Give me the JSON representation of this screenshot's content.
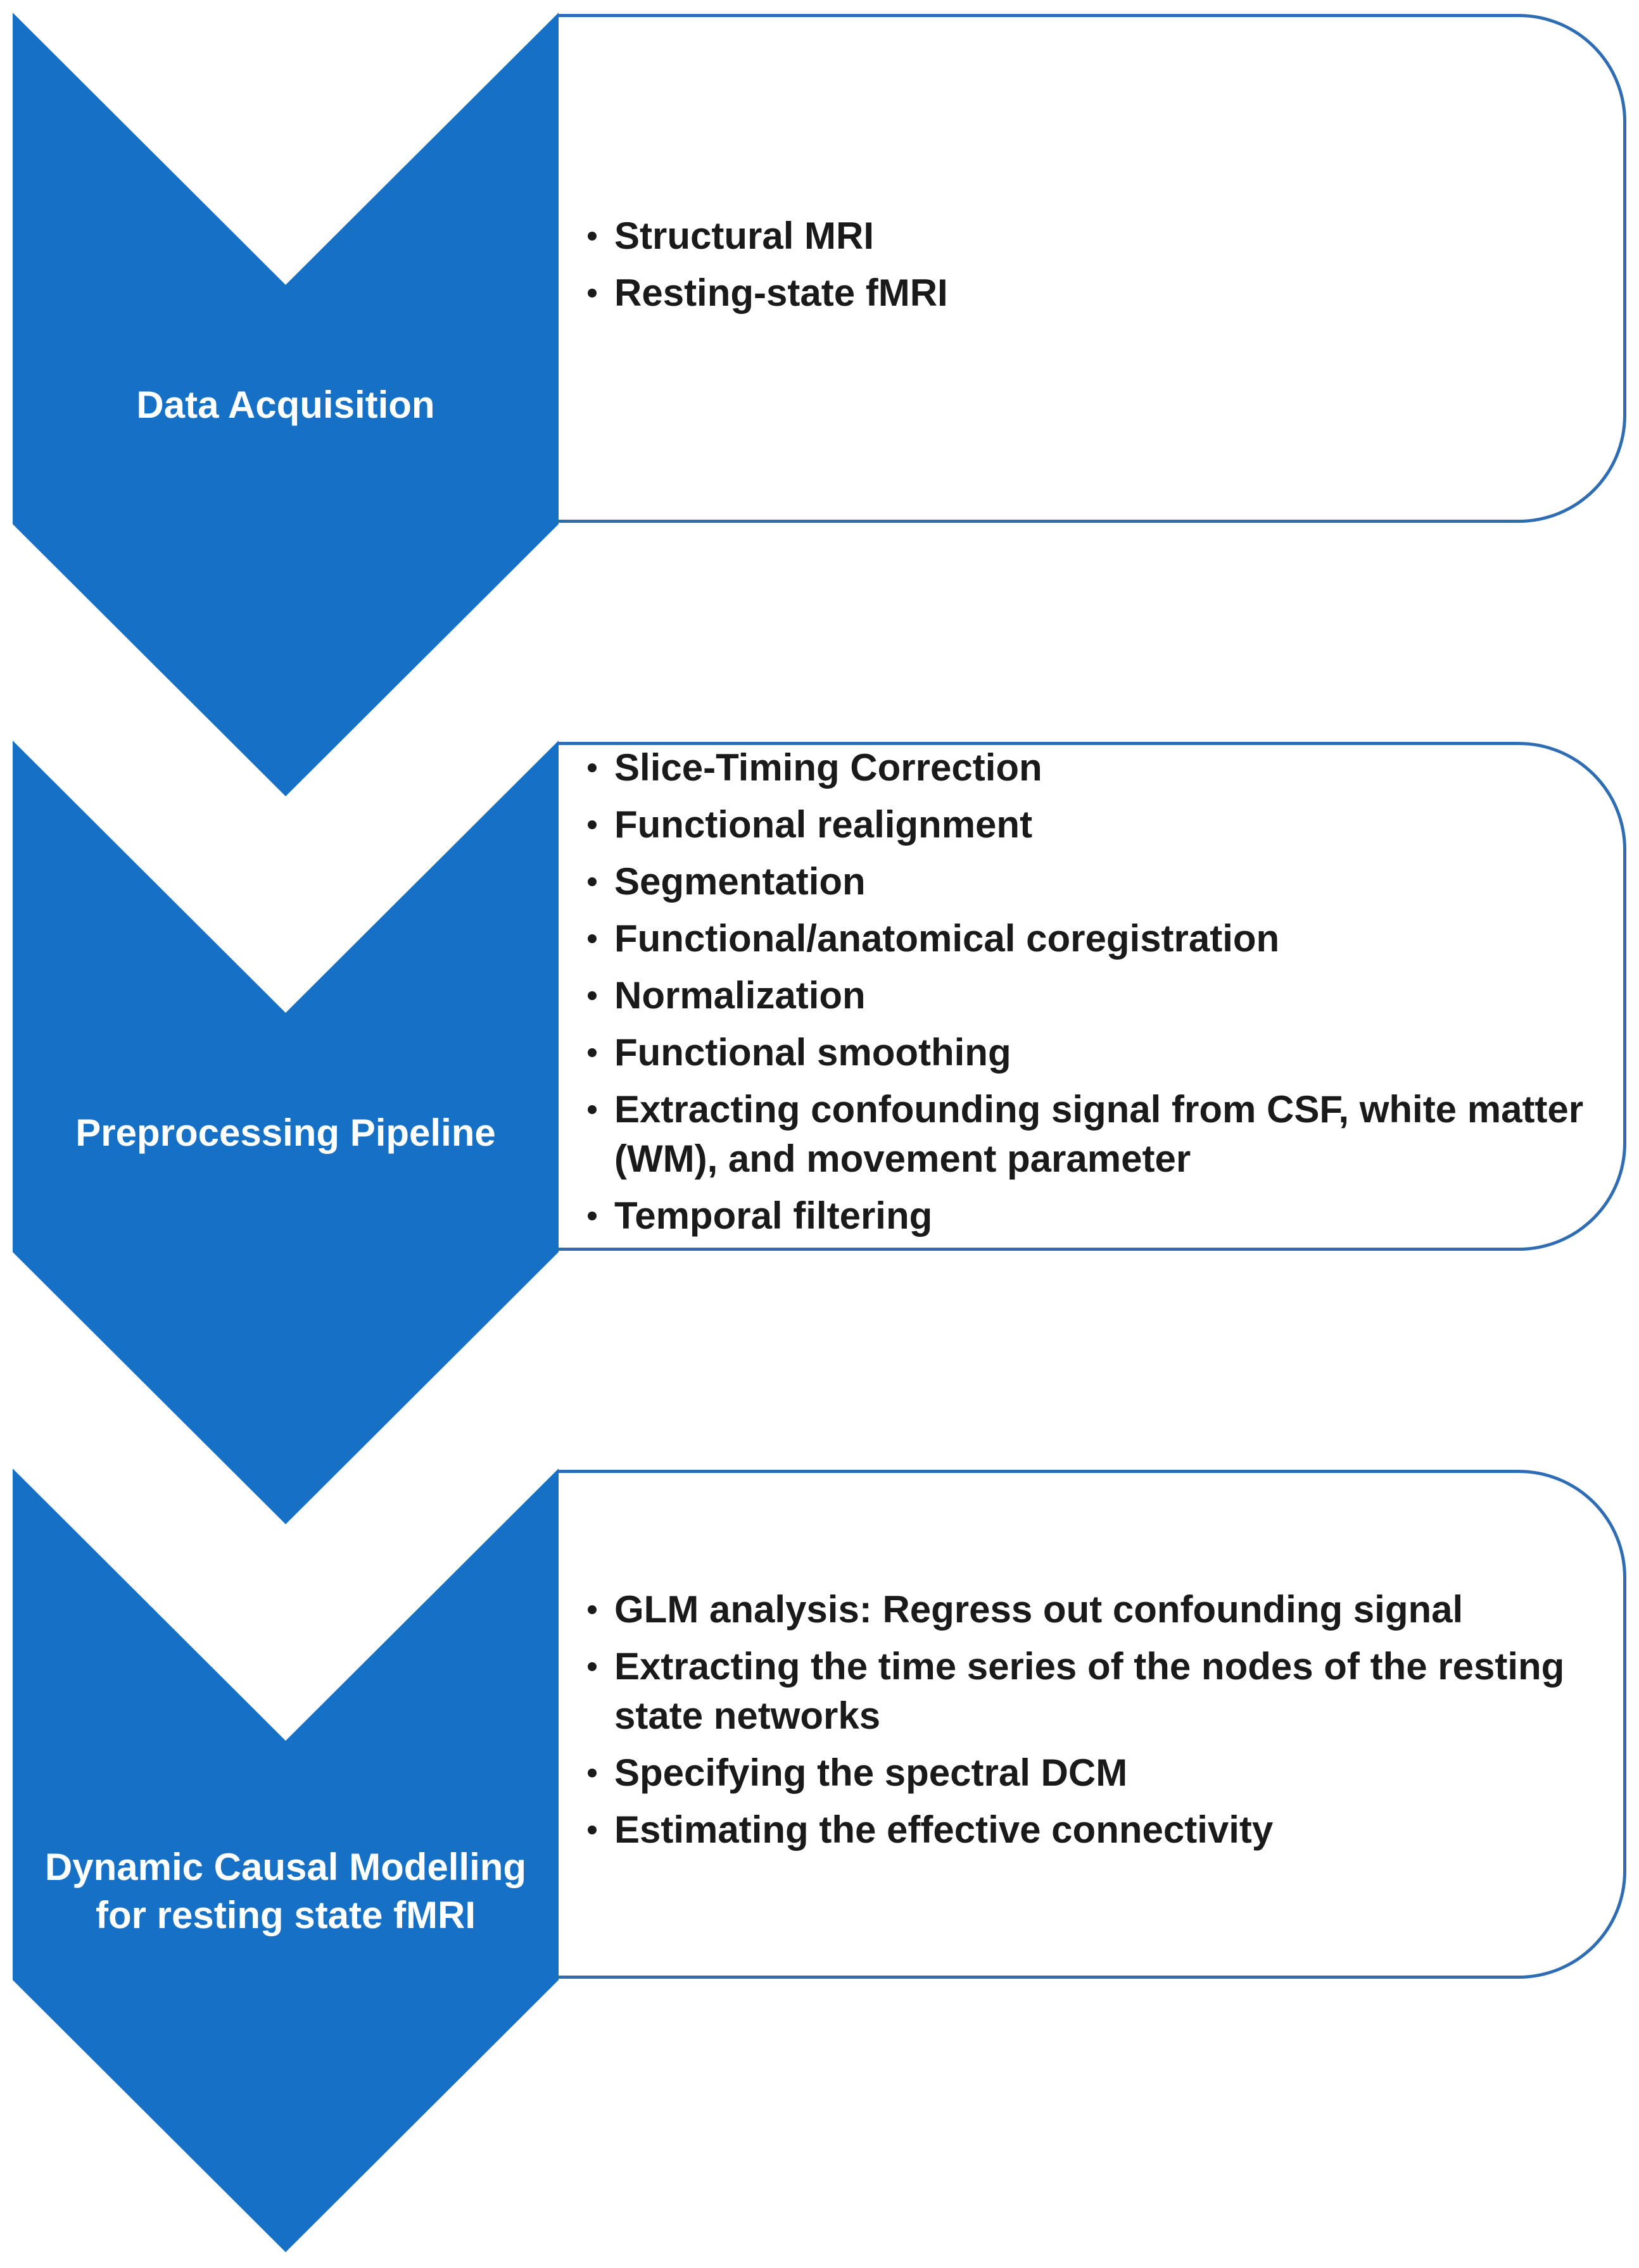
{
  "stages": [
    {
      "label": [
        "Data Acquisition"
      ],
      "items": [
        "Structural MRI",
        "Resting-state fMRI"
      ]
    },
    {
      "label": [
        "Preprocessing Pipeline"
      ],
      "items": [
        "Slice-Timing Correction",
        "Functional realignment",
        "Segmentation",
        "Functional/anatomical coregistration",
        "Normalization",
        "Functional smoothing",
        [
          "Extracting confounding signal from CSF, white matter",
          "(WM), and movement parameter"
        ],
        "Temporal filtering"
      ]
    },
    {
      "label": [
        "Dynamic Causal Modelling",
        "for resting state fMRI"
      ],
      "items": [
        "GLM analysis: Regress out confounding signal",
        [
          "Extracting the time series of the nodes of the resting",
          "state networks"
        ],
        "Specifying the spectral DCM",
        "Estimating the effective connectivity"
      ]
    }
  ],
  "colors": {
    "chevron": "#1670c6",
    "box_border": "#2e6db3"
  }
}
